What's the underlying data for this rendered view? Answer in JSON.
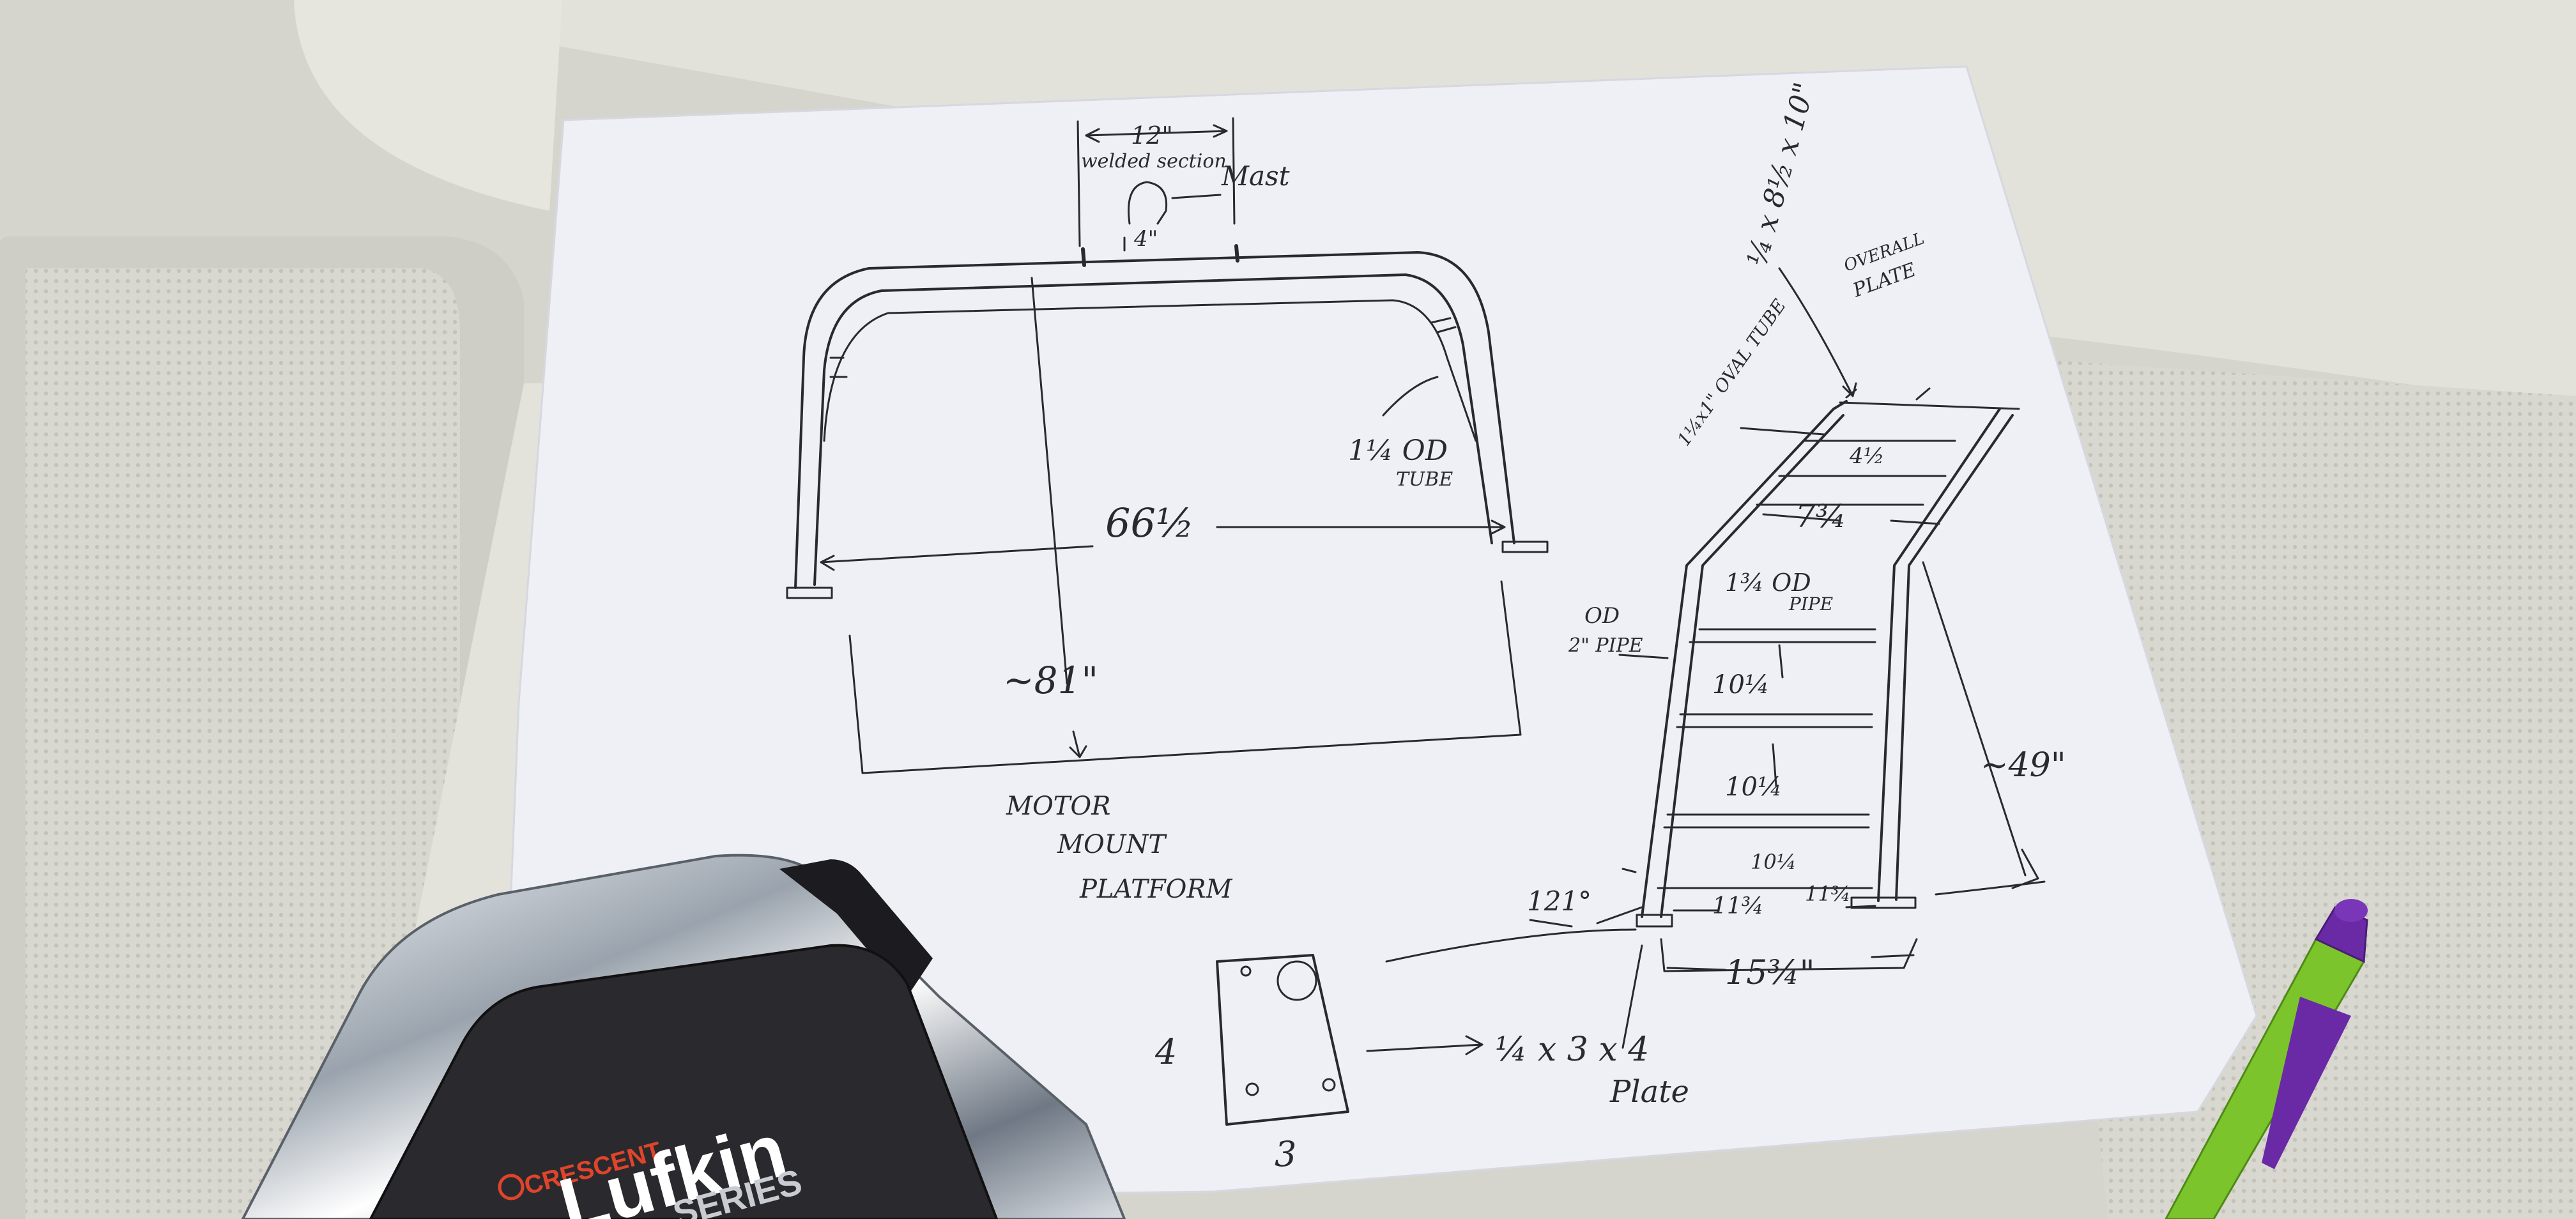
{
  "drawing": {
    "welded_dim": "12\"",
    "welded_label": "welded section",
    "mast_label": "Mast",
    "mast_dim": "4\"",
    "width_dim": "66½",
    "tube_label_a": "1¼ OD",
    "tube_label_b": "TUBE",
    "height_dim": "~81\"",
    "platform_l1": "MOTOR",
    "platform_l2": "MOUNT",
    "platform_l3": "PLATFORM",
    "plate_top_dim": "¼ x 8½ x 10\"",
    "plate_top_l1": "OVERALL",
    "plate_top_l2": "PLATE",
    "oval_tube_label": "1¼x1\" OVAL TUBE",
    "rung_gap_top": "4½",
    "rung_width": "7¾",
    "rung_pipe_a": "1¾ OD",
    "rung_pipe_b": "PIPE",
    "od_label": "OD",
    "pipe_label": "2\" PIPE",
    "rung_gap_1": "10¼",
    "rung_gap_2": "10¼",
    "rung_gap_3": "10¼",
    "angle_dim": "121°",
    "base_left_dim": "11¾",
    "base_right_dim": "11¾",
    "base_total_dim": "15¾\"",
    "side_height_dim": "~49\"",
    "plate_side_dim": "4",
    "plate_bottom_dim": "3",
    "plate_spec": "¼ x 3 x 4",
    "plate_word": "Plate"
  },
  "tape_measure": {
    "brand": "CRESCENT",
    "name": "Lufkin",
    "series": "SERIES",
    "brand_color": "#e0442a"
  },
  "colors": {
    "paper": "#eef0f6",
    "ink": "#2a2a2e",
    "pencil_green": "#7cc42c",
    "pencil_purple": "#6a2aa6"
  }
}
